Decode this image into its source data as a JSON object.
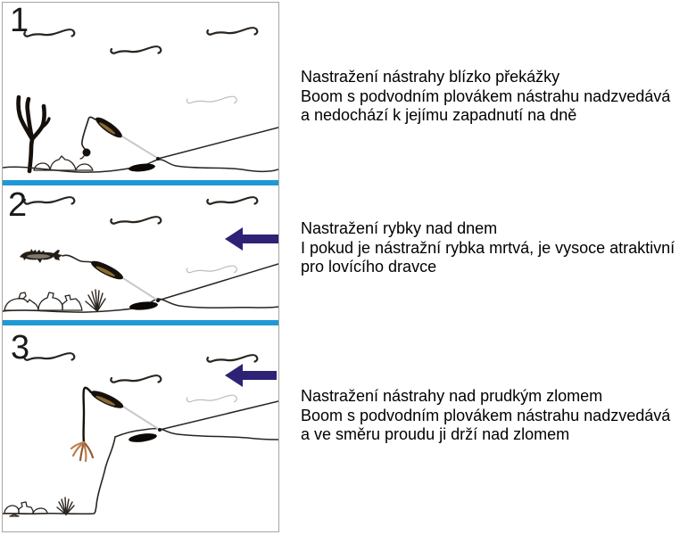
{
  "diagram": {
    "colors": {
      "divider_blue": "#1f99d5",
      "arrow_navy": "#2e2277",
      "ink": "#2a241f",
      "boom_line_gray": "#c9c9c9",
      "worm_tan": "#bd7f4f",
      "panel_border_gray": "#aaa4a0"
    },
    "panels": [
      {
        "number": "1",
        "caption": [
          "Nastražení nástrahy blízko překážky",
          "Boom s podvodním plovákem nástrahu nadzvedává",
          "a nedochází k jejímu zapadnutí na dně"
        ],
        "bait_icon": "bait-ball",
        "has_current_arrow": false
      },
      {
        "number": "2",
        "caption": [
          "Nastražení rybky nad dnem",
          "I pokud je nástražní rybka mrtvá, je vysoce atraktivní",
          "pro lovícího dravce"
        ],
        "bait_icon": "dead-bait-fish",
        "has_current_arrow": true
      },
      {
        "number": "3",
        "caption": [
          "Nastražení nástrahy nad prudkým zlomem",
          "Boom s podvodním plovákem nástrahu nadzvedává",
          "a ve směru proudu ji drží nad zlomem"
        ],
        "bait_icon": "worm-bunch",
        "has_current_arrow": true
      }
    ]
  }
}
